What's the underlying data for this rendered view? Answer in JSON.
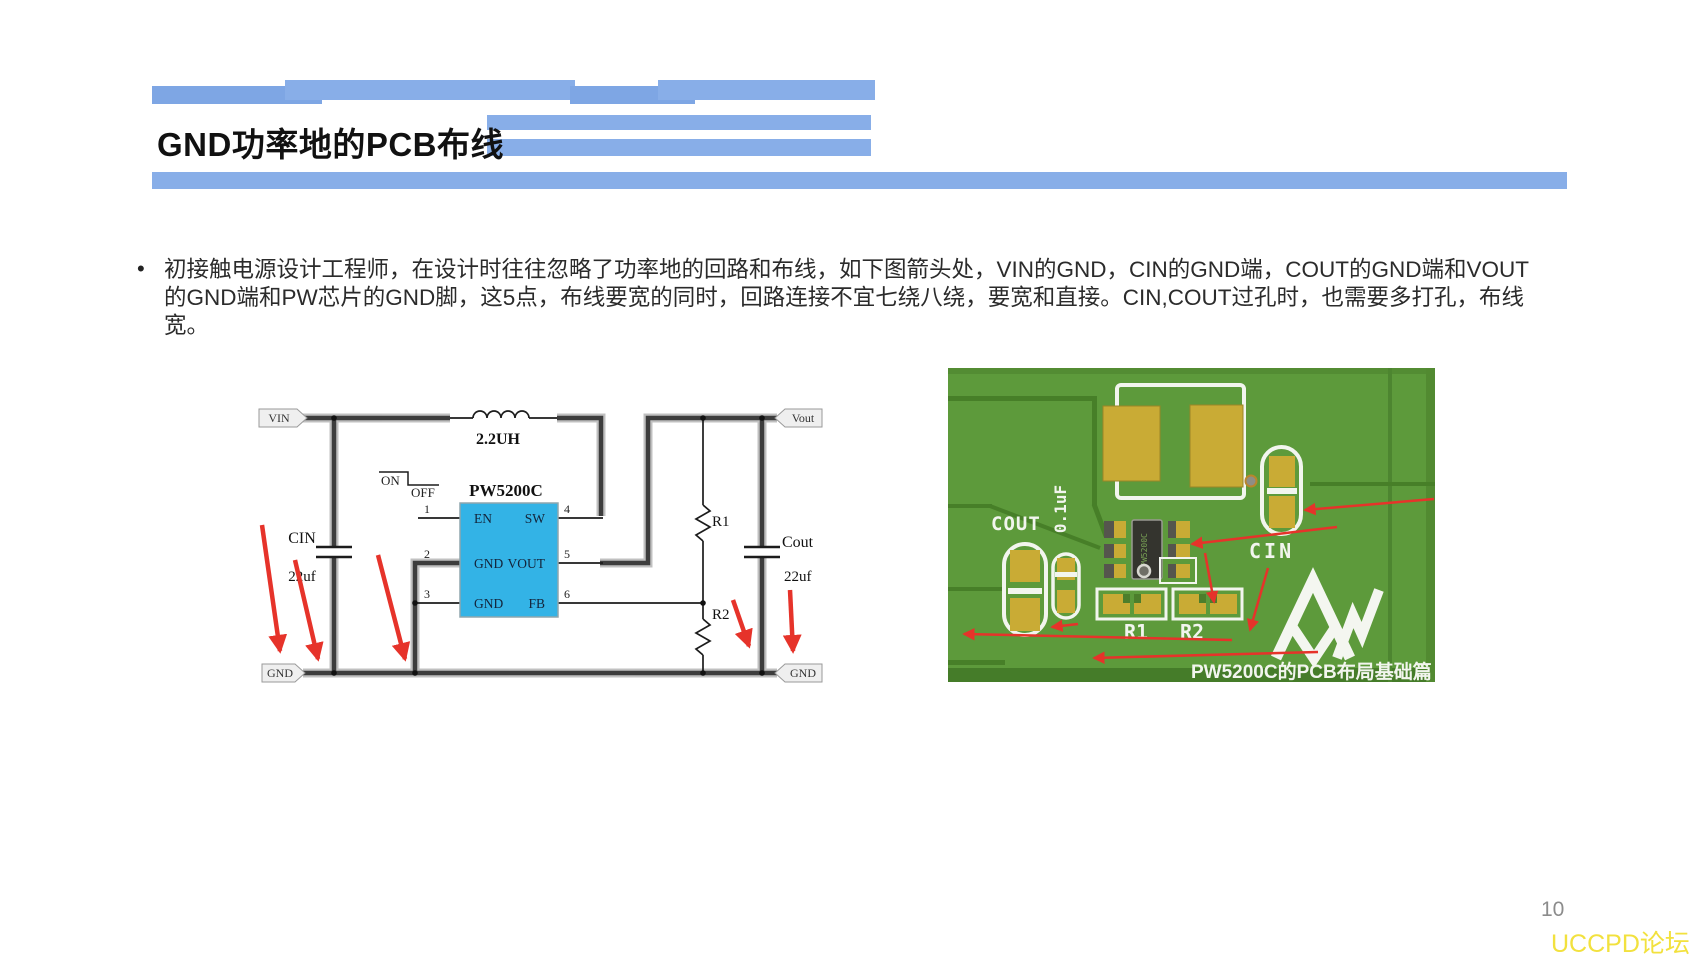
{
  "slide": {
    "title": "GND功率地的PCB布线",
    "bullet": "•",
    "bullet_text": "初接触电源设计工程师，在设计时往往忽略了功率地的回路和布线，如下图箭头处，VIN的GND，CIN的GND端，COUT的GND端和VOUT的GND端和PW芯片的GND脚，这5点，布线要宽的同时，回路连接不宜七绕八绕，要宽和直接。CIN,COUT过孔时，也需要多打孔，布线宽。",
    "page_number": "10",
    "watermark": "UCCPD论坛"
  },
  "schematic": {
    "nets": {
      "vin": "VIN",
      "vout": "Vout",
      "gnd_left": "GND",
      "gnd_right": "GND"
    },
    "inductor_value": "2.2UH",
    "sw_on": "ON",
    "sw_off": "OFF",
    "chip_name": "PW5200C",
    "pins": [
      {
        "num": "1",
        "name": "EN"
      },
      {
        "num": "2",
        "name": "GND"
      },
      {
        "num": "3",
        "name": "GND"
      },
      {
        "num": "4",
        "name": "SW"
      },
      {
        "num": "5",
        "name": "VOUT"
      },
      {
        "num": "6",
        "name": "FB"
      }
    ],
    "cin_name": "CIN",
    "cin_value": "22uf",
    "cout_name": "Cout",
    "cout_value": "22uf",
    "r1": "R1",
    "r2": "R2"
  },
  "pcb": {
    "cout_label": "COUT",
    "c_small_label": "0.1uF",
    "cin_label": "CIN",
    "r1_label": "R1",
    "r2_label": "R2",
    "chip_marking": "PW5200C",
    "caption": "PW5200C的PCB布局基础篇"
  },
  "colors": {
    "bar_blue": "#88aee8",
    "chip_blue": "#33b3e6",
    "arrow_red": "#e6332a",
    "board_green": "#5d9a3b",
    "pad_gold": "#c9ab35",
    "watermark_yellow": "#f2e13e"
  }
}
